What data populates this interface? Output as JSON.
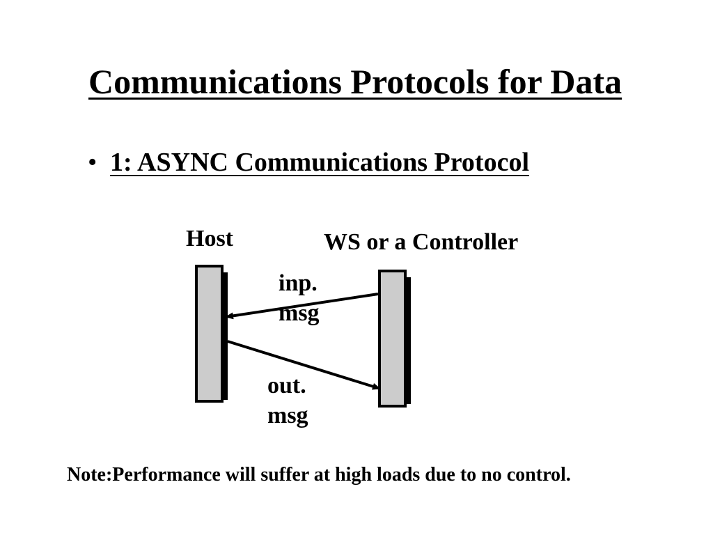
{
  "slide": {
    "title": "Communications Protocols for Data",
    "bullet": {
      "marker": "•",
      "text": "1: ASYNC Communications Protocol"
    }
  },
  "diagram": {
    "host_label": "Host",
    "ws_label": "WS or a Controller",
    "input_message": {
      "line1": "inp.",
      "line2": "msg"
    },
    "output_message": {
      "line1": "out.",
      "line2": "msg"
    },
    "colors": {
      "bar_fill": "#cccccc",
      "ink": "#000000"
    }
  },
  "note": "Note:Performance will suffer at high loads due to no control."
}
